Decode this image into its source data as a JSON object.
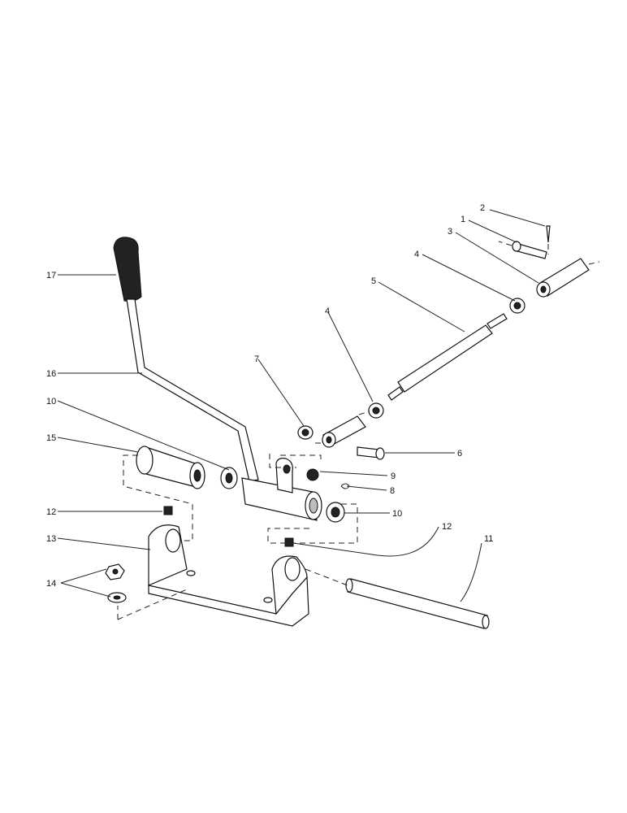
{
  "callouts": {
    "c1": "1",
    "c2": "2",
    "c3": "3",
    "c4a": "4",
    "c4b": "4",
    "c5": "5",
    "c6": "6",
    "c7": "7",
    "c8": "8",
    "c9": "9",
    "c10a": "10",
    "c10b": "10",
    "c11": "11",
    "c12a": "12",
    "c12b": "12",
    "c13": "13",
    "c14": "14",
    "c15": "15",
    "c16": "16",
    "c17": "17"
  },
  "colors": {
    "ink": "#111111",
    "paper": "#ffffff",
    "shade": "#bdbdbd"
  }
}
